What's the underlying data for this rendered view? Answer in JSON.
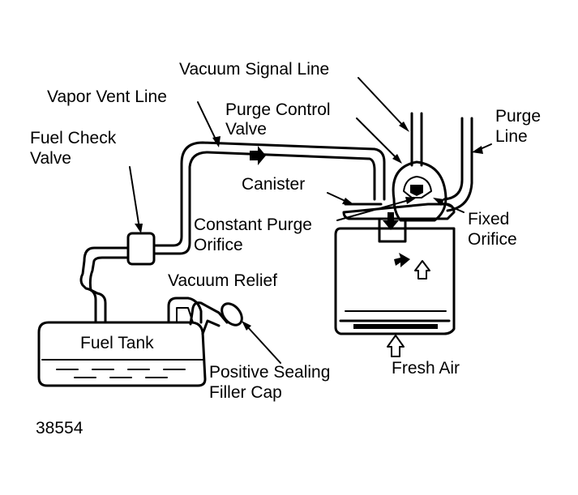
{
  "labels": {
    "vacuum_signal_line": "Vacuum Signal Line",
    "vapor_vent_line": "Vapor Vent Line",
    "purge_control_valve_1": "Purge Control",
    "purge_control_valve_2": "Valve",
    "purge_line_1": "Purge",
    "purge_line_2": "Line",
    "fuel_check_valve_1": "Fuel Check",
    "fuel_check_valve_2": "Valve",
    "canister": "Canister",
    "constant_purge_orifice_1": "Constant Purge",
    "constant_purge_orifice_2": "Orifice",
    "fixed_orifice_1": "Fixed",
    "fixed_orifice_2": "Orifice",
    "vacuum_relief": "Vacuum Relief",
    "fuel_tank": "Fuel Tank",
    "positive_sealing_filler_cap_1": "Positive Sealing",
    "positive_sealing_filler_cap_2": "Filler Cap",
    "fresh_air": "Fresh Air",
    "figure_number": "38554"
  }
}
